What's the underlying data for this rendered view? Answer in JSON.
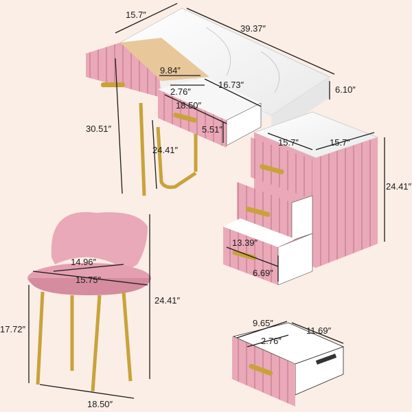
{
  "dimensions": {
    "desk_depth": "15.7″",
    "desk_width": "39.37″",
    "desk_height": "30.51″",
    "top_thickness": "6.10″",
    "leg_height": "24.41″",
    "drawer_depth": "9.84″",
    "drawer_inner_height": "2.76″",
    "drawer_width": "16.73″",
    "drawer_length": "18.50″",
    "drawer_height": "5.51″",
    "cabinet_depth_left": "15.7″",
    "cabinet_depth_right": "15.7″",
    "cabinet_height": "24.41″",
    "cabinet_drawer_width": "13.39″",
    "cabinet_drawer_height": "6.69″",
    "seat_diameter_inner": "14.96″",
    "seat_diameter_outer": "15.75″",
    "stool_height": "24.41″",
    "seat_height": "17.72″",
    "stool_base": "18.50″",
    "small_drawer_width": "9.65″",
    "small_drawer_inner_height": "2.76″",
    "small_drawer_length": "11.69″"
  },
  "colors": {
    "background": "#fbeee6",
    "velvet_pink": "#e9a9b8",
    "velvet_shadow": "#d48c9e",
    "marble": "#f4f4f4",
    "gold": "#c9a23b",
    "wood": "#e8c79a"
  }
}
